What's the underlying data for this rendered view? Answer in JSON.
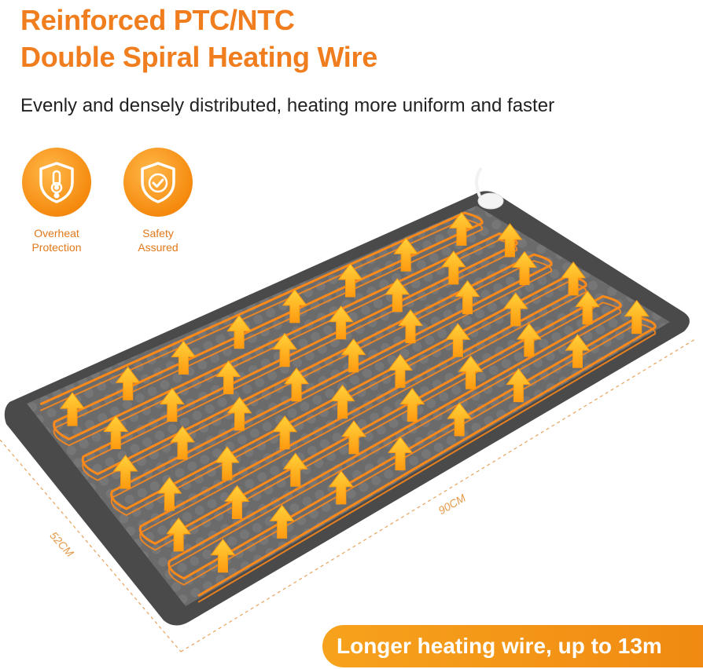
{
  "heading": {
    "line1": "Reinforced PTC/NTC",
    "line2": "Double Spiral Heating Wire"
  },
  "subtitle": "Evenly and densely distributed, heating more uniform and faster",
  "badges": [
    {
      "icon": "thermometer-shield-icon",
      "line1": "Overheat",
      "line2": "Protection"
    },
    {
      "icon": "check-shield-icon",
      "line1": "Safety",
      "line2": "Assured"
    }
  ],
  "dimensions": {
    "length": "90CM",
    "width": "52CM"
  },
  "banner": "Longer heating wire, up to 13m",
  "colors": {
    "accent": "#f07d1e",
    "wire": "#ff8a1a",
    "mat": "#5e5e5e",
    "arrow": "#ffb21a"
  }
}
